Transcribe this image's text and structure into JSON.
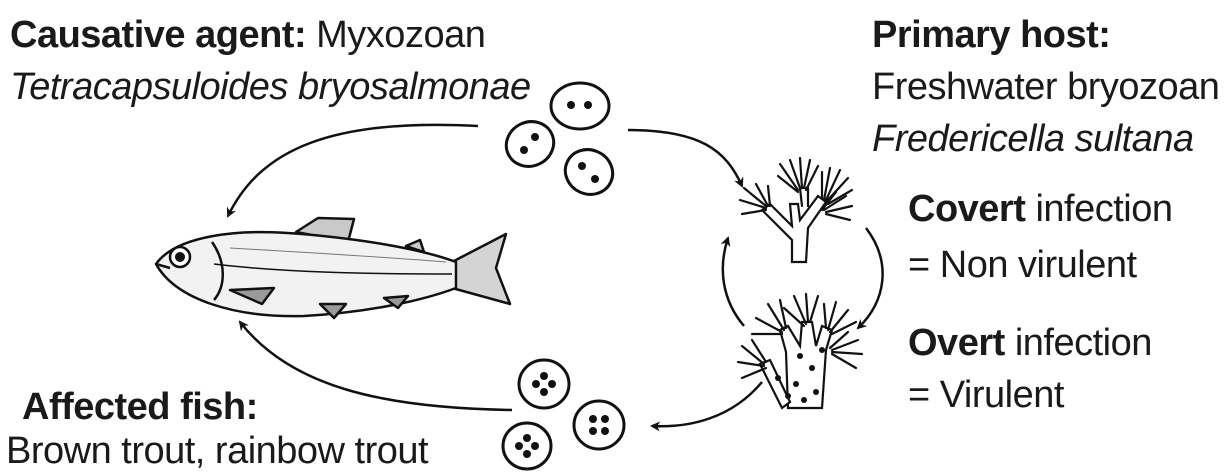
{
  "causative": {
    "label": "Causative agent:",
    "value": "Myxozoan",
    "species": "Tetracapsuloides bryosalmonae"
  },
  "primary_host": {
    "label": "Primary host:",
    "line1": "Freshwater bryozoan",
    "species": "Fredericella sultana"
  },
  "covert": {
    "term": "Covert",
    "rest": "infection",
    "meaning": "= Non virulent"
  },
  "overt": {
    "term": "Overt",
    "rest": "infection",
    "meaning": "= Virulent"
  },
  "affected": {
    "label": "Affected fish:",
    "value": "Brown trout, rainbow trout"
  }
}
